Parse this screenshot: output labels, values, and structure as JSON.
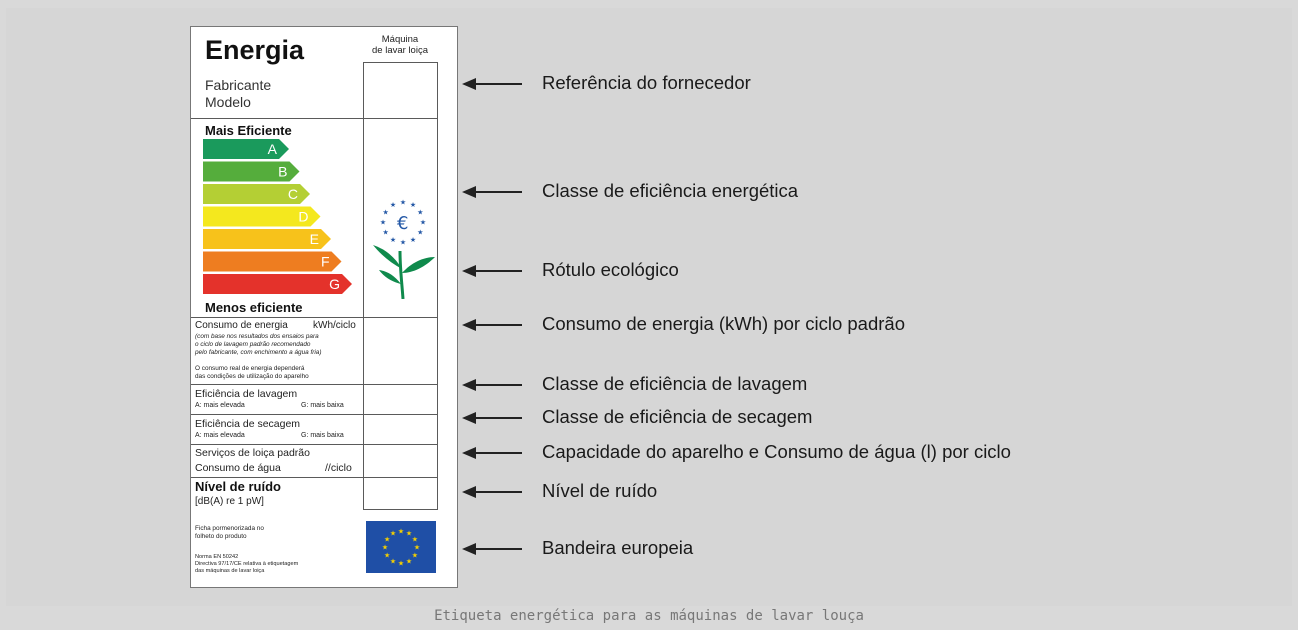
{
  "label": {
    "title": "Energia",
    "appliance": "Máquina\nde lavar loiça",
    "manufacturer": "Fabricante",
    "model": "Modelo",
    "more_efficient": "Mais Eficiente",
    "less_efficient": "Menos eficiente",
    "classes": [
      {
        "letter": "A",
        "color": "#1a9a5c"
      },
      {
        "letter": "B",
        "color": "#55ad3c"
      },
      {
        "letter": "C",
        "color": "#b4cf34"
      },
      {
        "letter": "D",
        "color": "#f4e81e"
      },
      {
        "letter": "E",
        "color": "#f7c21b"
      },
      {
        "letter": "F",
        "color": "#ee7d20"
      },
      {
        "letter": "G",
        "color": "#e4322b"
      }
    ],
    "consumption_title": "Consumo de energia",
    "consumption_unit": "kWh/ciclo",
    "consumption_note": "(com base nos resultados dos ensaios para\no ciclo de lavagem padrão recomendado\npelo fabricante, com enchimento a água fria)",
    "consumption_note2": "O consumo real de energia dependerá\ndas condições de utilização do aparelho",
    "wash_title": "Eficiência de lavagem",
    "wash_high": "A: mais elevada",
    "wash_low": "G: mais baixa",
    "dry_title": "Eficiência de secagem",
    "dry_high": "A: mais elevada",
    "dry_low": "G: mais baixa",
    "services": "Serviços de loiça padrão",
    "water": "Consumo de água",
    "water_unit": "//ciclo",
    "noise_title": "Nível de ruído",
    "noise_unit": "[dB(A) re 1 pW]",
    "leaflet": "Ficha pormenorizada no\nfolheto do produto",
    "norm": "Norma EN 50242\nDirectiva 97/17/CE relativa à etiquetagem\ndas máquinas de lavar loiça",
    "ecolabel_letter": "€"
  },
  "annotations": [
    "Referência do fornecedor",
    "Classe de eficiência energética",
    "Rótulo ecológico",
    "Consumo de energia (kWh) por ciclo padrão",
    "Classe de eficiência de lavagem",
    "Classe de eficiência de secagem",
    "Capacidade do aparelho e Consumo de água (l) por ciclo",
    "Nível de ruído",
    "Bandeira europeia"
  ],
  "caption": "Etiqueta energética para as máquinas de lavar louça",
  "colors": {
    "eu_flag": "#1f4fa6",
    "eu_stars": "#f5d000",
    "ecolabel_flower": "#0f8a4c",
    "ecolabel_stars": "#2458a6"
  }
}
